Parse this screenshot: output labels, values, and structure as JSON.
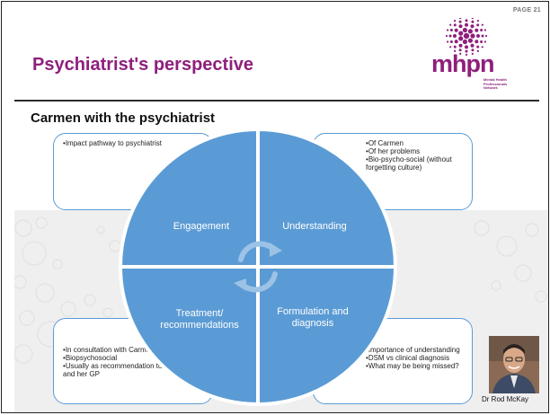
{
  "page_label": "PAGE 21",
  "title": "Psychiatrist's perspective",
  "logo": {
    "wordmark": "mhpn",
    "tagline": [
      "Mental Health",
      "Professionals",
      "Network"
    ],
    "color": "#8e1f7c"
  },
  "subtitle": "Carmen with the psychiatrist",
  "quadrants": {
    "top_left": "Engagement",
    "top_right": "Understanding",
    "bottom_left": [
      "Treatment/",
      "recommendations"
    ],
    "bottom_right": [
      "Formulation and",
      "diagnosis"
    ],
    "color": "#5b9bd5"
  },
  "boxes": {
    "top_left": [
      "Impact pathway to psychiatrist"
    ],
    "top_right": [
      "Of Carmen",
      "Of her problems",
      "Bio-psycho-social (without forgetting culture)"
    ],
    "bottom_left": [
      "In consultation with Carmen",
      "Biopsychosocial",
      "Usually as recommendation to Carmen and her GP"
    ],
    "bottom_right": [
      "Importance of understanding",
      "DSM vs clinical diagnosis",
      "What may be being missed?"
    ]
  },
  "presenter": "Dr Rod McKay"
}
